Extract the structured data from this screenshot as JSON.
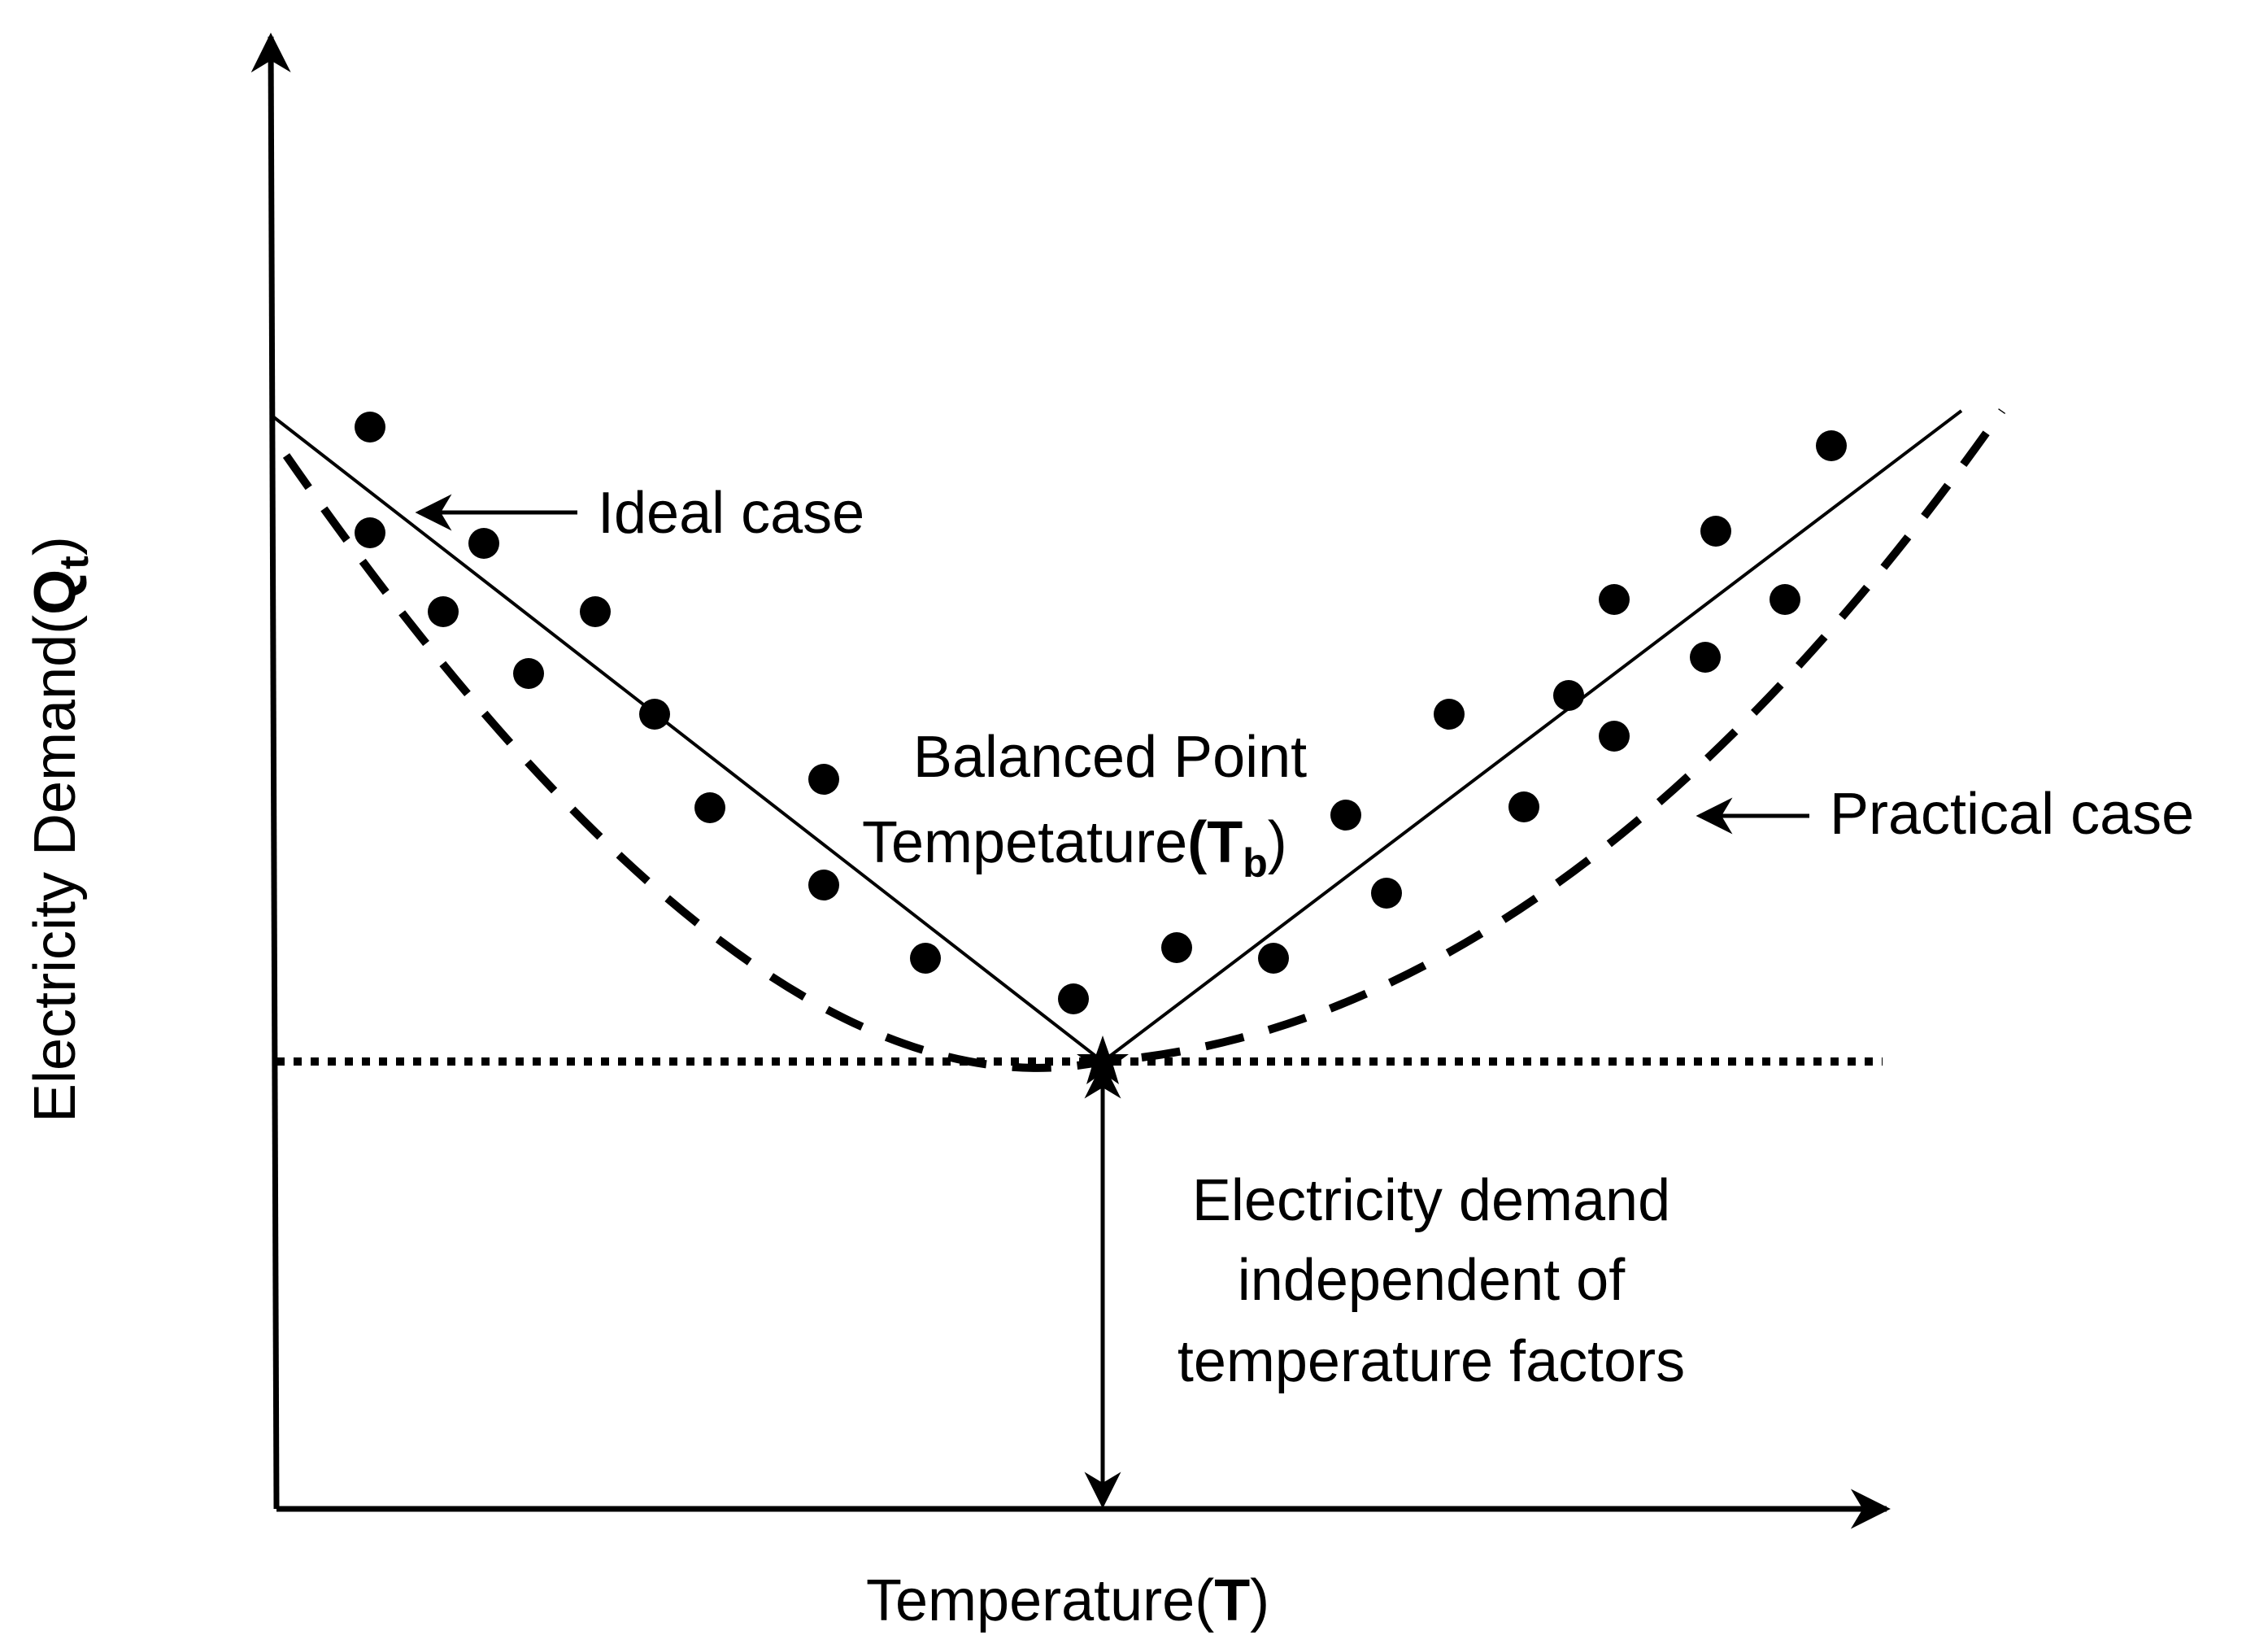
{
  "axes": {
    "y_label": "Electricity Demand",
    "y_symbol_main": "Q",
    "y_symbol_sub": "t",
    "x_label": "Temperature",
    "x_symbol": "T"
  },
  "annotations": {
    "ideal_case": "Ideal case",
    "practical_case": "Practical case",
    "balanced_line1": "Balanced Point",
    "balanced_line2_prefix": "Tempetature",
    "balanced_symbol_main": "T",
    "balanced_symbol_sub": "b",
    "independent_line1": "Electricity demand",
    "independent_line2": "independent of",
    "independent_line3": "temperature factors"
  },
  "colors": {
    "ink": "#000000",
    "background": "#ffffff"
  }
}
